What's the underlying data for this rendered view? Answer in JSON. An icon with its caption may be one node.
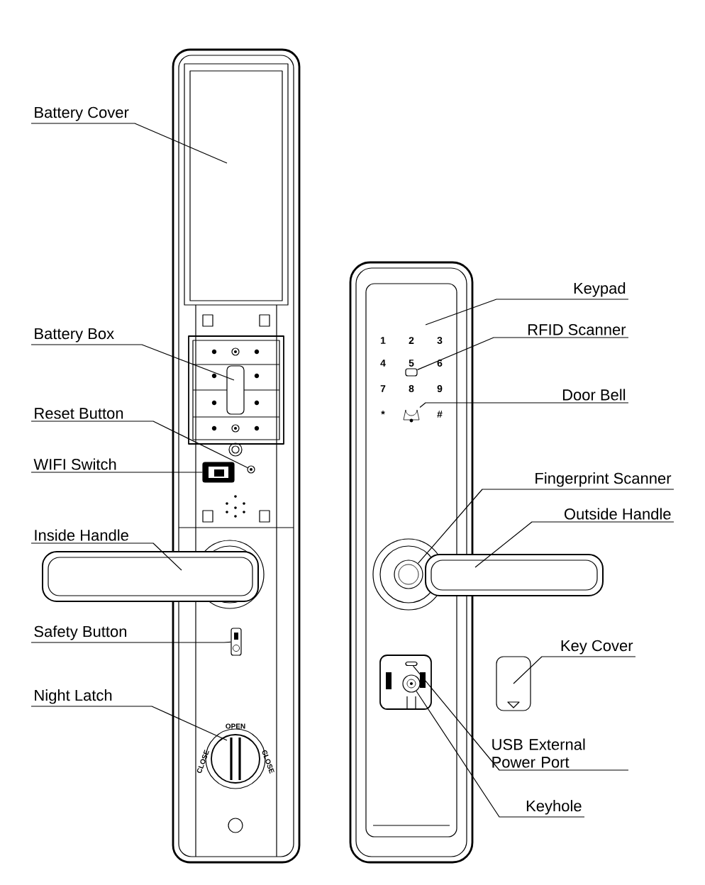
{
  "diagram": {
    "nodes": [
      {
        "text": [
          "Battery Cover"
        ]
      },
      {
        "text": [
          "Battery Box"
        ]
      },
      {
        "text": [
          "Reset Button"
        ]
      },
      {
        "text": [
          "WIFI Switch"
        ]
      },
      {
        "text": [
          "Inside Handle"
        ]
      },
      {
        "text": [
          "Safety Button"
        ]
      },
      {
        "text": [
          "Night Latch"
        ]
      },
      {
        "text": [
          "Keypad"
        ]
      },
      {
        "text": [
          "RFID Scanner"
        ]
      },
      {
        "text": [
          "Door Bell"
        ]
      },
      {
        "text": [
          "Fingerprint Scanner"
        ]
      },
      {
        "text": [
          "Outside Handle"
        ]
      },
      {
        "text": [
          "Key Cover"
        ]
      },
      {
        "text": [
          "USB External Power Port"
        ]
      },
      {
        "text": [
          "Keyhole"
        ]
      },
      {
        "text": [],
        "shape": "circle"
      },
      {
        "text": [],
        "shape": "box"
      },
      {
        "text": [],
        "shape": "box"
      },
      {
        "text": [],
        "shape": "box"
      },
      {
        "text": [],
        "shape": "bell"
      },
      {
        "text": [],
        "shape": "circle"
      },
      {
        "text": [],
        "shape": "box"
      },
      {
        "text": [],
        "shape": "circle"
      }
    ],
    "edges": [
      {
        "from": 0,
        "to": null,
        "arrow": "none"
      },
      {
        "from": 1,
        "to": null,
        "arrow": "none"
      },
      {
        "from": 2,
        "to": 15,
        "arrow": "none"
      },
      {
        "from": 3,
        "to": 16,
        "arrow": "none"
      },
      {
        "from": 4,
        "to": null,
        "arrow": "none"
      },
      {
        "from": 5,
        "to": 17,
        "arrow": "none"
      },
      {
        "from": 6,
        "to": null,
        "arrow": "none"
      },
      {
        "from": 7,
        "to": null,
        "arrow": "none"
      },
      {
        "from": 8,
        "to": 18,
        "arrow": "none"
      },
      {
        "from": 9,
        "to": 19,
        "arrow": "none"
      },
      {
        "from": 10,
        "to": 20,
        "arrow": "none"
      },
      {
        "from": 11,
        "to": null,
        "arrow": "none"
      },
      {
        "from": 12,
        "to": null,
        "arrow": "none"
      },
      {
        "from": 13,
        "to": 21,
        "arrow": "none"
      },
      {
        "from": 14,
        "to": 22,
        "arrow": "none"
      }
    ],
    "labels": [
      "1",
      "2",
      "3",
      "4",
      "5",
      "6",
      "7",
      "8",
      "9",
      "*",
      "#",
      "OPEN",
      "CLOSE",
      "CLOSE"
    ]
  }
}
